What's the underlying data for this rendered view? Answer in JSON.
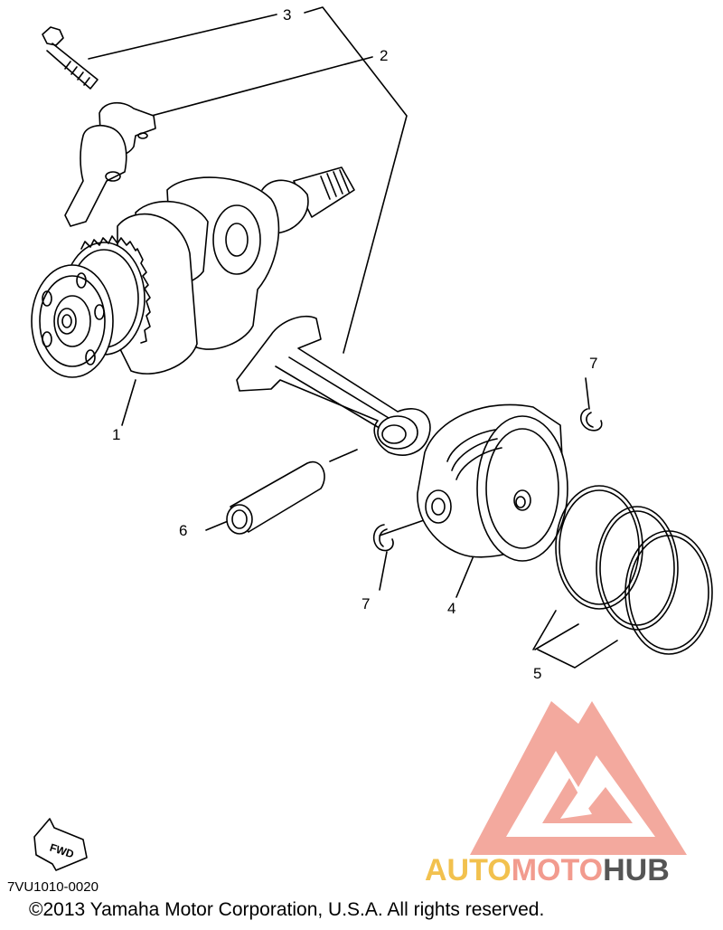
{
  "diagram": {
    "callouts": [
      {
        "id": "c1",
        "label": "1"
      },
      {
        "id": "c2",
        "label": "2"
      },
      {
        "id": "c3",
        "label": "3"
      },
      {
        "id": "c4",
        "label": "4"
      },
      {
        "id": "c5",
        "label": "5"
      },
      {
        "id": "c6",
        "label": "6"
      },
      {
        "id": "c7a",
        "label": "7"
      },
      {
        "id": "c7b",
        "label": "7"
      }
    ],
    "fwd_label": "FWD",
    "diagram_code": "7VU1010-0020",
    "copyright": "©2013 Yamaha Motor Corporation, U.S.A. All rights reserved."
  },
  "watermark": {
    "text_part1": "AUTO",
    "text_part2": "MOTO",
    "text_part3": "HUB",
    "logo_color": "#f29b8e",
    "auto_color": "#f2c14e",
    "hub_color": "#555555"
  }
}
